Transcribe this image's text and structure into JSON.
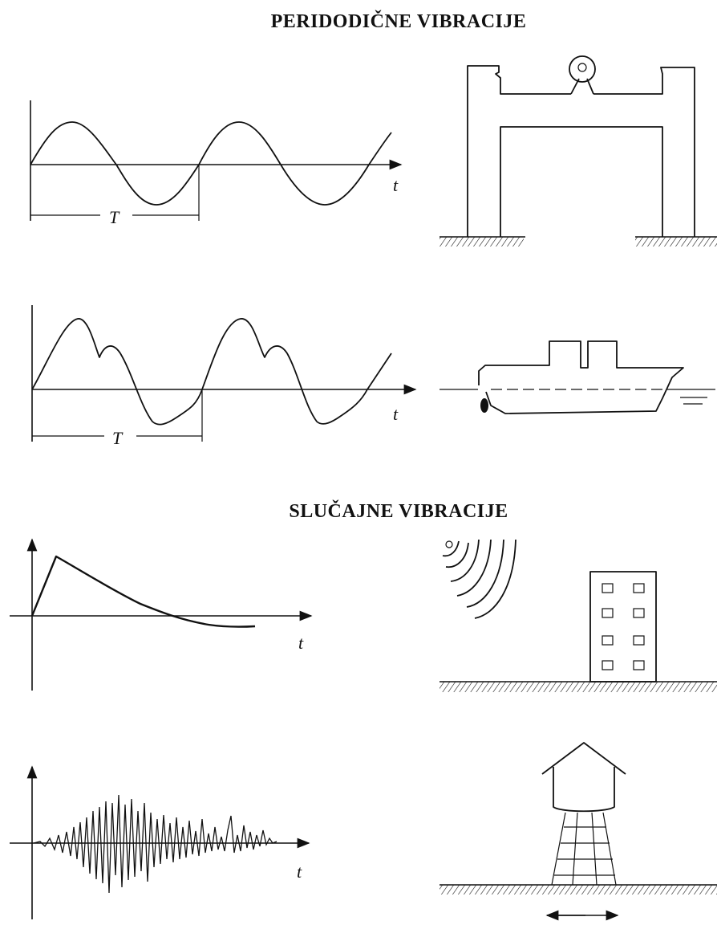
{
  "sections": {
    "periodic_title": "PERIDODIČNE VIBRACIJE",
    "random_title": "SLUČAJNE VIBRACIJE"
  },
  "labels": {
    "time_axis": "t",
    "period": "T"
  },
  "icons": [
    "frame-with-motor-icon",
    "ship-icon",
    "building-icon",
    "water-tower-icon",
    "ground-hatch-icon"
  ]
}
